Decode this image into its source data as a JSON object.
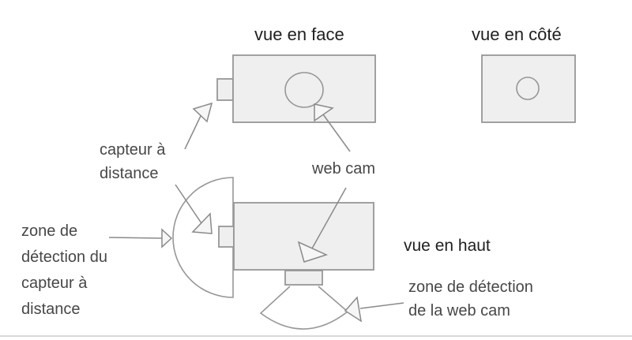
{
  "diagram": {
    "titles": {
      "front_view": "vue en face",
      "side_view": "vue en côté",
      "top_view": "vue en haut"
    },
    "labels": {
      "remote_sensor": "capteur à\ndistance",
      "webcam": "web cam",
      "sensor_detection_zone": "zone de\ndétection du\ncapteur à\ndistance",
      "webcam_detection_zone": "zone de détection\nde la web cam"
    },
    "colors": {
      "shape_fill": "#efefef",
      "shape_stroke": "#979797",
      "callout_line": "#8a8a8a",
      "title_text": "#1f1f1f",
      "label_text": "#474747",
      "divider": "#d9d9d9"
    }
  }
}
